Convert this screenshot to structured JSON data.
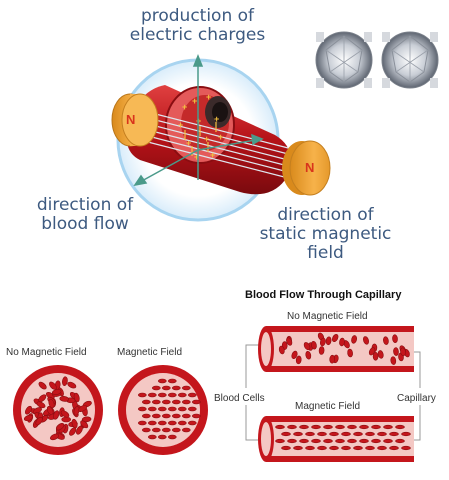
{
  "top_diagram": {
    "label_charges": "production of\nelectric charges",
    "label_blood_flow": "direction of\nblood flow",
    "label_magnetic_field": "direction of\nstatic magnetic\nfield",
    "magnet_letter_left": "N",
    "magnet_letter_right": "N"
  },
  "cross_sections": {
    "no_field_label": "No Magnetic Field",
    "field_label": "Magnetic Field"
  },
  "capillary": {
    "title": "Blood Flow Through Capillary",
    "top_label": "No Magnetic Field",
    "bottom_label": "Magnetic Field",
    "left_label": "Blood Cells",
    "right_label": "Capillary"
  },
  "colors": {
    "label_blue": "#3d5a80",
    "vessel_red": "#c0141a",
    "magnet_orange": "#f2a33a",
    "circle_blue": "#a8d4f0"
  }
}
